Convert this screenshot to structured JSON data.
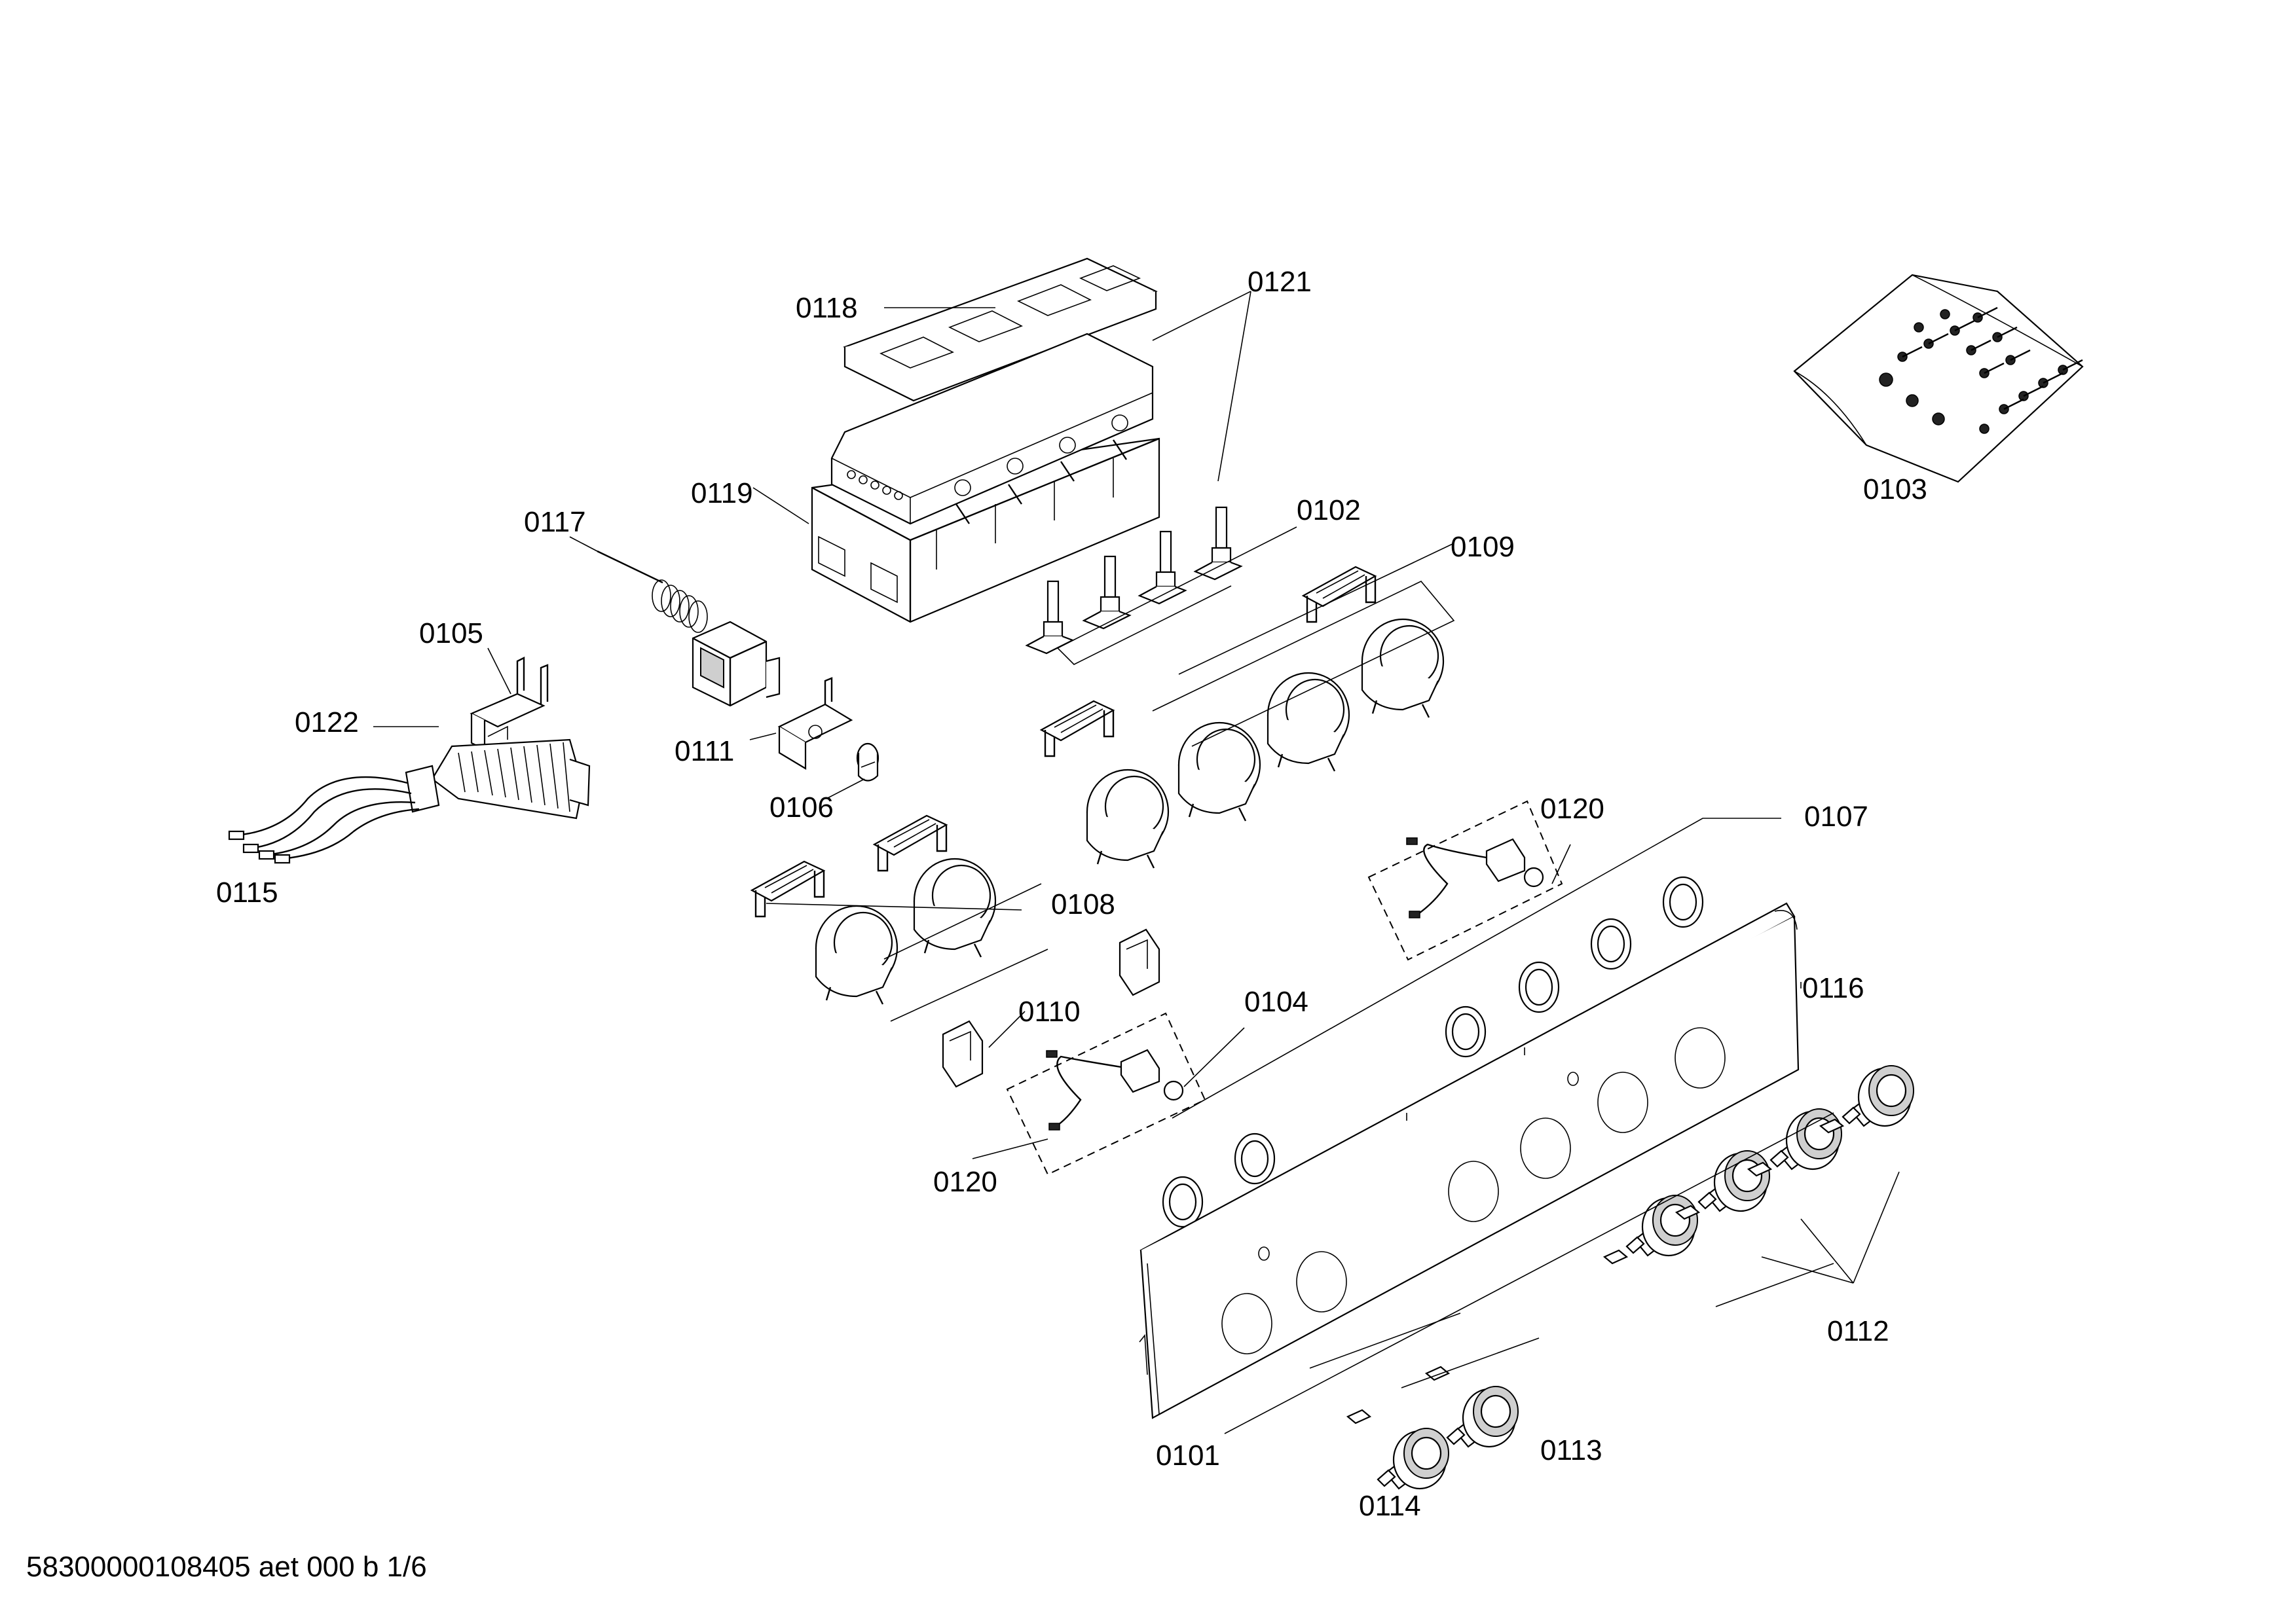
{
  "document": {
    "footer_code": "58300000108405 aet 000 b 1/6"
  },
  "part_labels": {
    "p0101": "0101",
    "p0102": "0102",
    "p0103": "0103",
    "p0104": "0104",
    "p0105": "0105",
    "p0106": "0106",
    "p0107": "0107",
    "p0108": "0108",
    "p0109": "0109",
    "p0110": "0110",
    "p0111": "0111",
    "p0112": "0112",
    "p0113": "0113",
    "p0114": "0114",
    "p0115": "0115",
    "p0116": "0116",
    "p0117": "0117",
    "p0118": "0118",
    "p0119": "0119",
    "p0120a": "0120",
    "p0120b": "0120",
    "p0121": "0121",
    "p0122": "0122"
  }
}
